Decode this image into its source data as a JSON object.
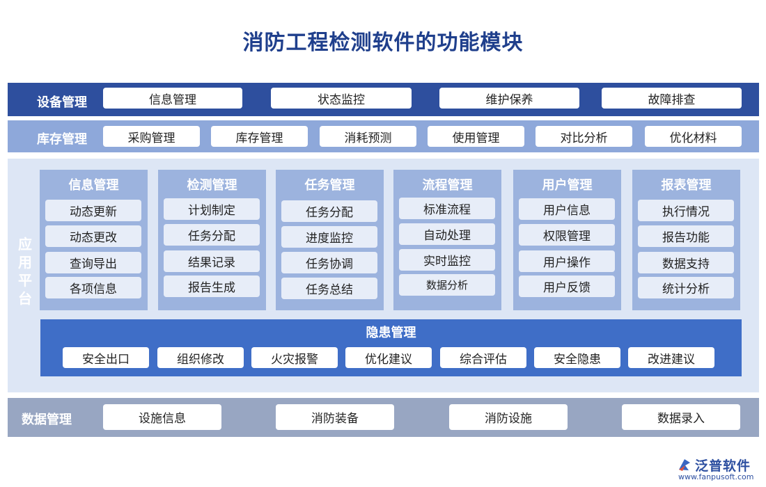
{
  "title": "消防工程检测软件的功能模块",
  "device": {
    "label": "设备管理",
    "items": [
      "信息管理",
      "状态监控",
      "维护保养",
      "故障排查"
    ]
  },
  "inventory": {
    "label": "库存管理",
    "items": [
      "采购管理",
      "库存管理",
      "消耗预测",
      "使用管理",
      "对比分析",
      "优化材料"
    ]
  },
  "platform": {
    "label": "应用平台",
    "modules": [
      {
        "title": "信息管理",
        "items": [
          "动态更新",
          "动态更改",
          "查询导出",
          "各项信息"
        ]
      },
      {
        "title": "检测管理",
        "items": [
          "计划制定",
          "任务分配",
          "结果记录",
          "报告生成"
        ]
      },
      {
        "title": "任务管理",
        "items": [
          "任务分配",
          "进度监控",
          "任务协调",
          "任务总结"
        ]
      },
      {
        "title": "流程管理",
        "items": [
          "标准流程",
          "自动处理",
          "实时监控",
          "数据分析"
        ]
      },
      {
        "title": "用户管理",
        "items": [
          "用户信息",
          "权限管理",
          "用户操作",
          "用户反馈"
        ]
      },
      {
        "title": "报表管理",
        "items": [
          "执行情况",
          "报告功能",
          "数据支持",
          "统计分析"
        ]
      }
    ],
    "hazard": {
      "title": "隐患管理",
      "items": [
        "安全出口",
        "组织修改",
        "火灾报警",
        "优化建议",
        "综合评估",
        "安全隐患",
        "改进建议"
      ]
    }
  },
  "data_mgmt": {
    "label": "数据管理",
    "items": [
      "设施信息",
      "消防装备",
      "消防设施",
      "数据录入"
    ]
  },
  "logo": {
    "name": "泛普软件",
    "url": "www.fanpusoft.com",
    "brand_color": "#2d4fa0"
  }
}
